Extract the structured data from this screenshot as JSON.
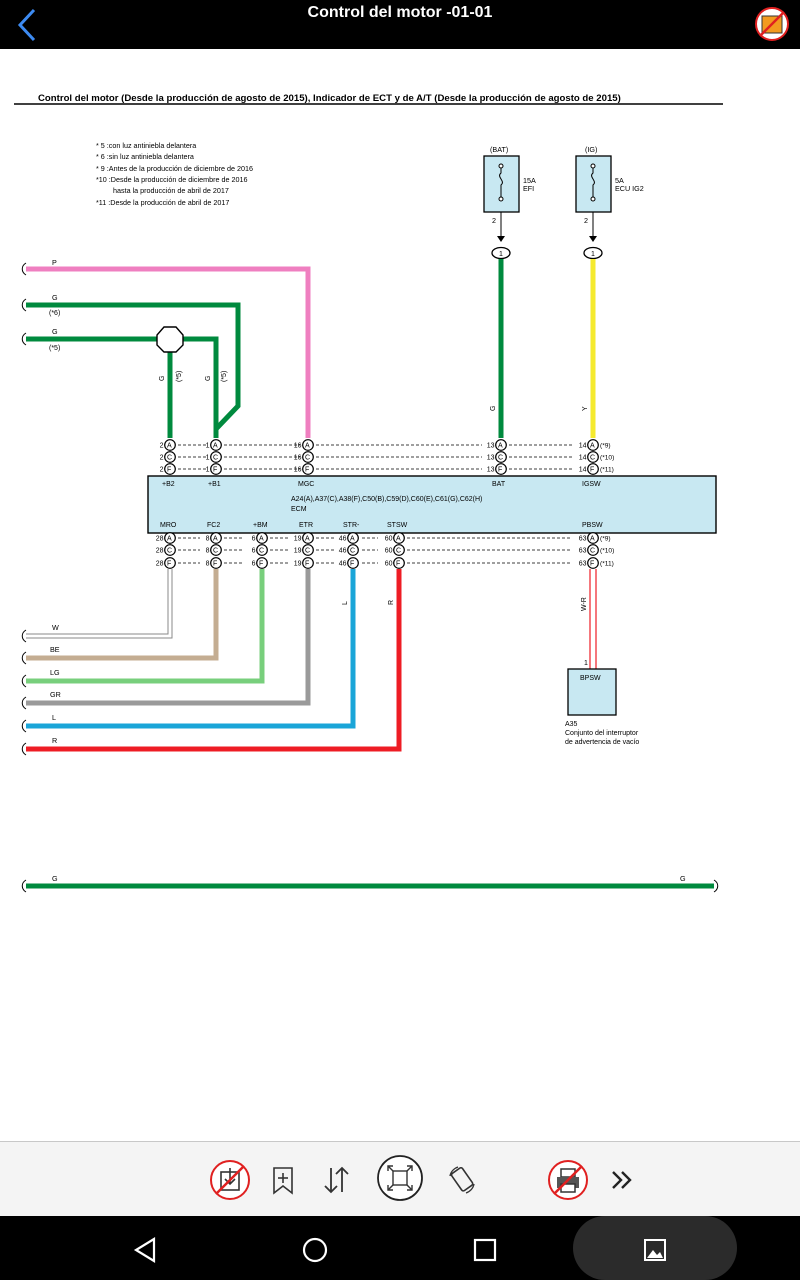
{
  "app": {
    "title": "Control del motor -01-01"
  },
  "diagram": {
    "heading": "Control del motor (Desde la producción de agosto de 2015), Indicador de ECT y de A/T (Desde la producción de agosto de 2015)",
    "notes": [
      "* 5 :con luz antiniebla delantera",
      "* 6 :sin luz antiniebla delantera",
      "* 9 :Antes de la producción de diciembre de 2016",
      "*10 :Desde la producción de diciembre de 2016",
      "hasta la producción de abril de 2017",
      "*11 :Desde la producción de abril de 2017"
    ],
    "fuses": [
      {
        "name": "(BAT)",
        "amp": "15A",
        "label": "EFI",
        "pin": "2",
        "conn": "1"
      },
      {
        "name": "(IG)",
        "amp": "5A",
        "label": "ECU IG2",
        "pin": "2",
        "conn": "1"
      }
    ],
    "left_wires": [
      {
        "color_label": "P",
        "note": ""
      },
      {
        "color_label": "G",
        "note": "(*6)"
      },
      {
        "color_label": "G",
        "note": "(*5)"
      }
    ],
    "vertical_labels": {
      "b2": "G",
      "b2_note": "(*5)",
      "b1": "G",
      "b1_note": "(*5)",
      "bat": "G",
      "igsw": "Y"
    },
    "ecm": {
      "connectors": "A24(A),A37(C),A38(F),C50(B),C59(D),C60(E),C61(G),C62(H)",
      "name": "ECM",
      "top_terminals": [
        "+B2",
        "+B1",
        "MGC",
        "BAT",
        "IGSW"
      ],
      "bottom_terminals": [
        "MRO",
        "FC2",
        "+BM",
        "ETR",
        "STR-",
        "STSW",
        "PBSW"
      ],
      "top_pins": {
        "b2": "2",
        "b1": "1",
        "mgc": "16",
        "bat": "13",
        "igsw": "14"
      },
      "bottom_pins": {
        "mro": "28",
        "fc2": "8",
        "bm": "6",
        "etr": "19",
        "str": "46",
        "stsw": "60",
        "pbsw": "63"
      },
      "connector_letters": [
        "A",
        "C",
        "F"
      ],
      "variants": [
        "(*9)",
        "(*10)",
        "(*11)"
      ]
    },
    "bottom_wires": [
      {
        "color_label": "W"
      },
      {
        "color_label": "BE"
      },
      {
        "color_label": "LG"
      },
      {
        "color_label": "GR"
      },
      {
        "color_label": "L"
      },
      {
        "color_label": "R"
      }
    ],
    "vertical_bottom_labels": {
      "str": "L",
      "stsw": "R",
      "pbsw": "W-R"
    },
    "bpsw": {
      "pin": "1",
      "label": "BPSW",
      "id": "A35",
      "desc_line1": "Conjunto del interruptor",
      "desc_line2": "de advertencia de vacío"
    },
    "ground_wire": {
      "left_label": "G",
      "right_label": "G"
    }
  },
  "toolbar": {
    "buttons": [
      "save-disabled-icon",
      "bookmark-add-icon",
      "sort-icon",
      "fit-screen-icon",
      "rotate-icon",
      "print-disabled-icon",
      "more-icon"
    ]
  },
  "colors": {
    "pink": "#ef7fc0",
    "green": "#008a3e",
    "yellow": "#f5ea2e",
    "white_wire": "#8a8a8a",
    "beige": "#c4ad92",
    "light_green": "#78cf7c",
    "gray": "#9a9a9a",
    "blue": "#1aa5d8",
    "red": "#ee1c24",
    "ecm_fill": "#c8e8f2",
    "accent": "#3d8bf2",
    "disabled_red": "#e02020"
  }
}
